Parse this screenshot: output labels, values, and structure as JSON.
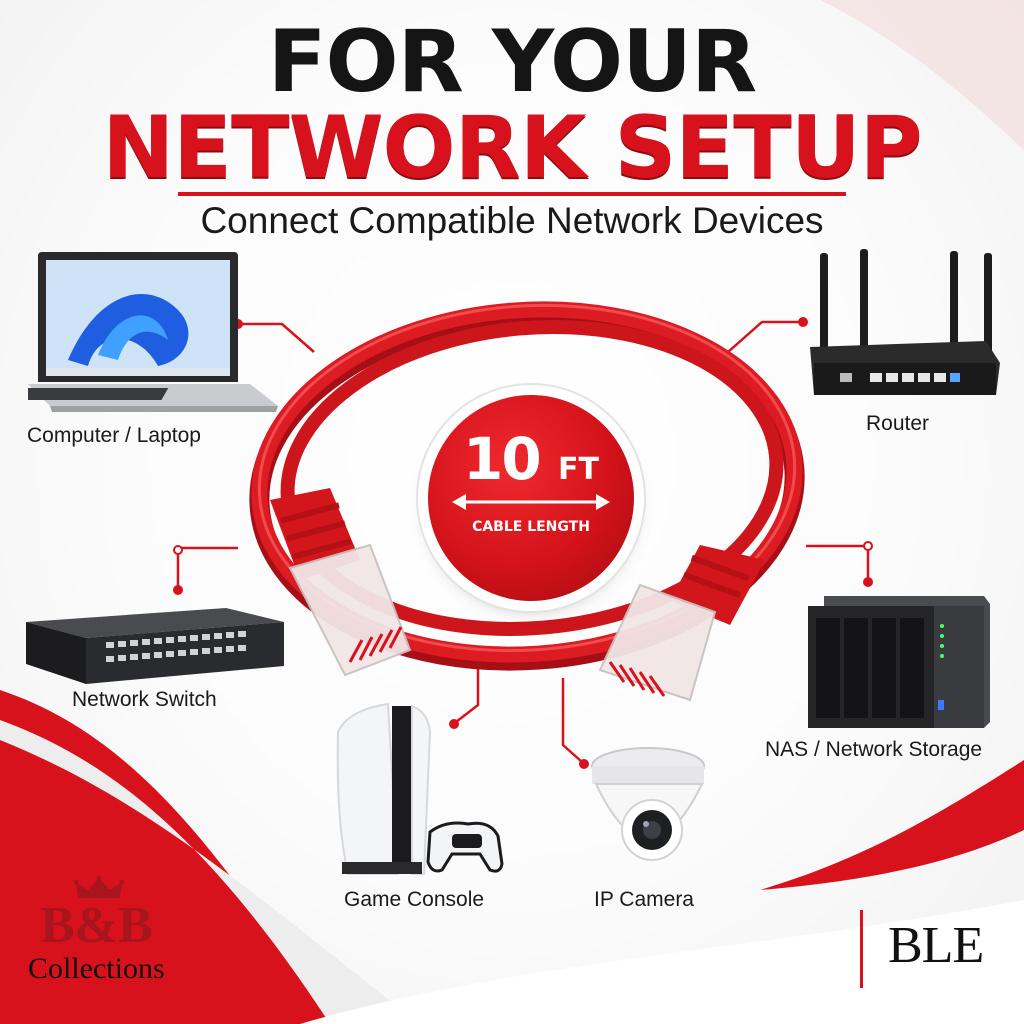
{
  "headline": {
    "line1": "FOR YOUR",
    "line2": "NETWORK SETUP"
  },
  "subtitle": "Connect Compatible Network Devices",
  "badge": {
    "number": "10",
    "unit": "FT",
    "caption": "CABLE LENGTH"
  },
  "devices": {
    "laptop": "Computer / Laptop",
    "router": "Router",
    "switch": "Network Switch",
    "nas": "NAS / Network Storage",
    "console": "Game Console",
    "camera": "IP Camera"
  },
  "brands": {
    "left_mark": "B&B",
    "left_name": "Collections",
    "right_mark": "BLE"
  },
  "colors": {
    "brand_red": "#d8121c",
    "cable_red": "#d9191f",
    "dark": "#151515"
  }
}
